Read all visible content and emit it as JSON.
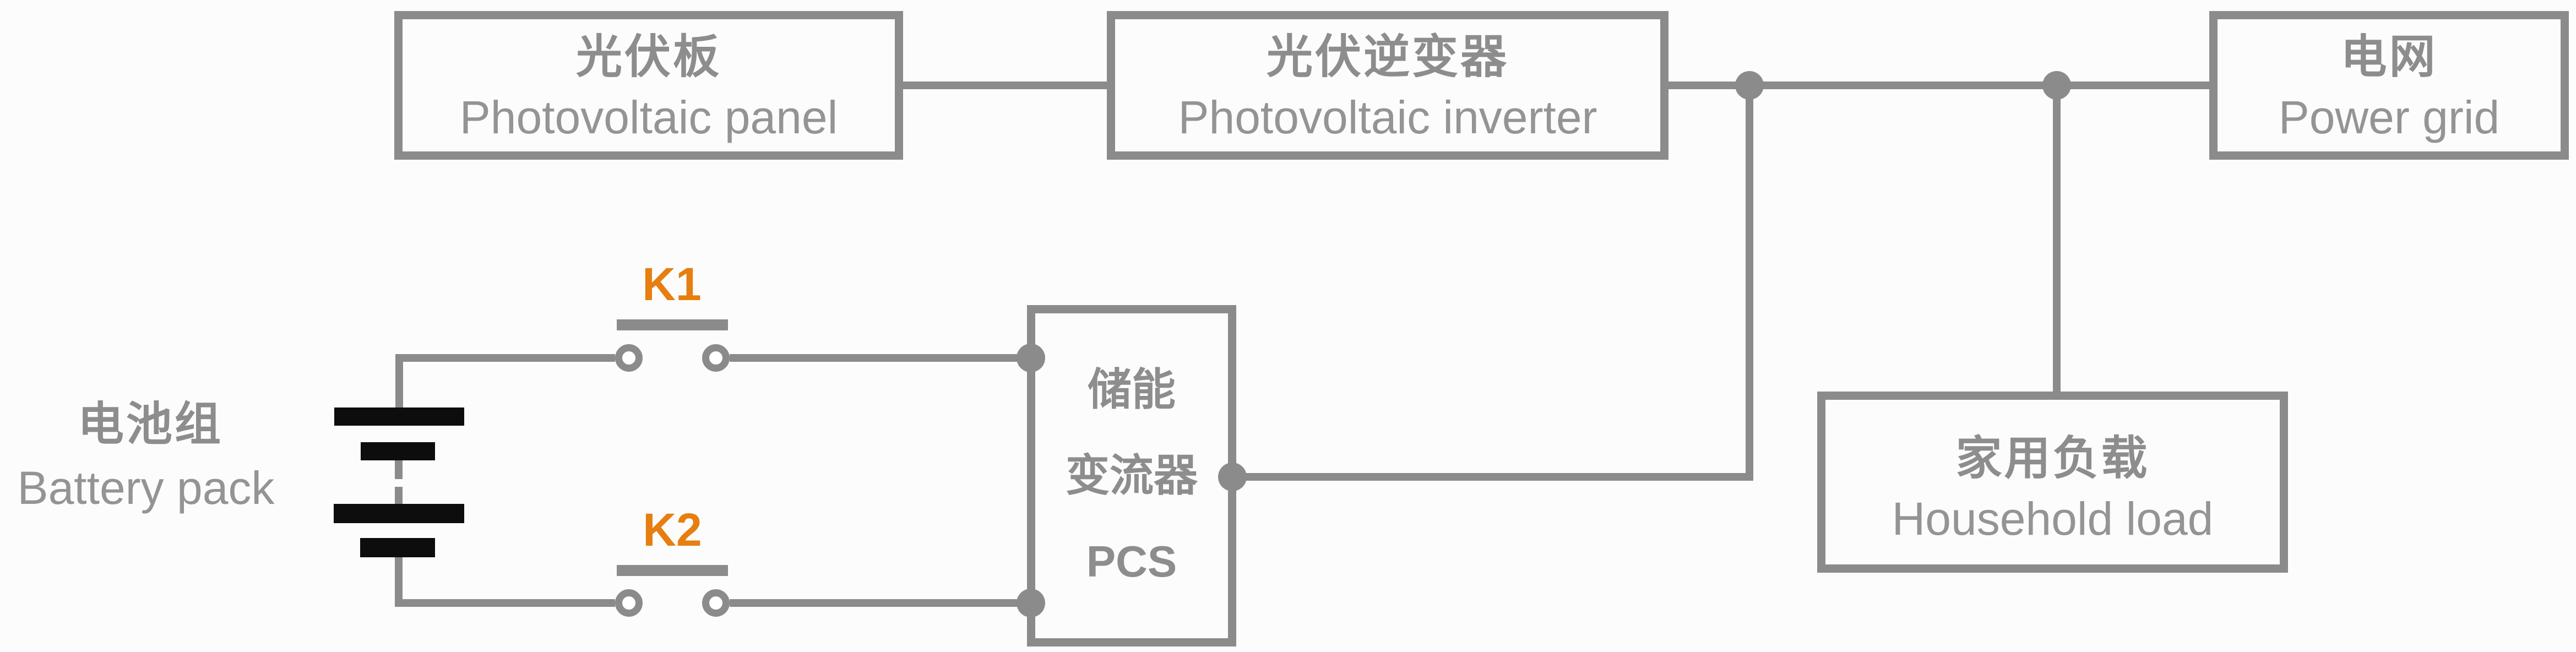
{
  "colors": {
    "wire": "#8b8b8b",
    "box_border": "#8b8b8b",
    "text_cn": "#8d8d8d",
    "text_en": "#949494",
    "switch_label": "#e67e10",
    "battery_plate": "#0d0d0d",
    "background": "#fcfcfc"
  },
  "nodes": {
    "pv_panel": {
      "cn": "光伏板",
      "en": "Photovoltaic panel"
    },
    "pv_inverter": {
      "cn": "光伏逆变器",
      "en": "Photovoltaic inverter"
    },
    "power_grid": {
      "cn": "电网",
      "en": "Power grid"
    },
    "household_load": {
      "cn": "家用负载",
      "en": "Household load"
    },
    "pcs": {
      "line1": "储能",
      "line2": "变流器",
      "line3": "PCS"
    },
    "battery": {
      "cn": "电池组",
      "en": "Battery pack"
    }
  },
  "switches": {
    "k1": "K1",
    "k2": "K2"
  }
}
